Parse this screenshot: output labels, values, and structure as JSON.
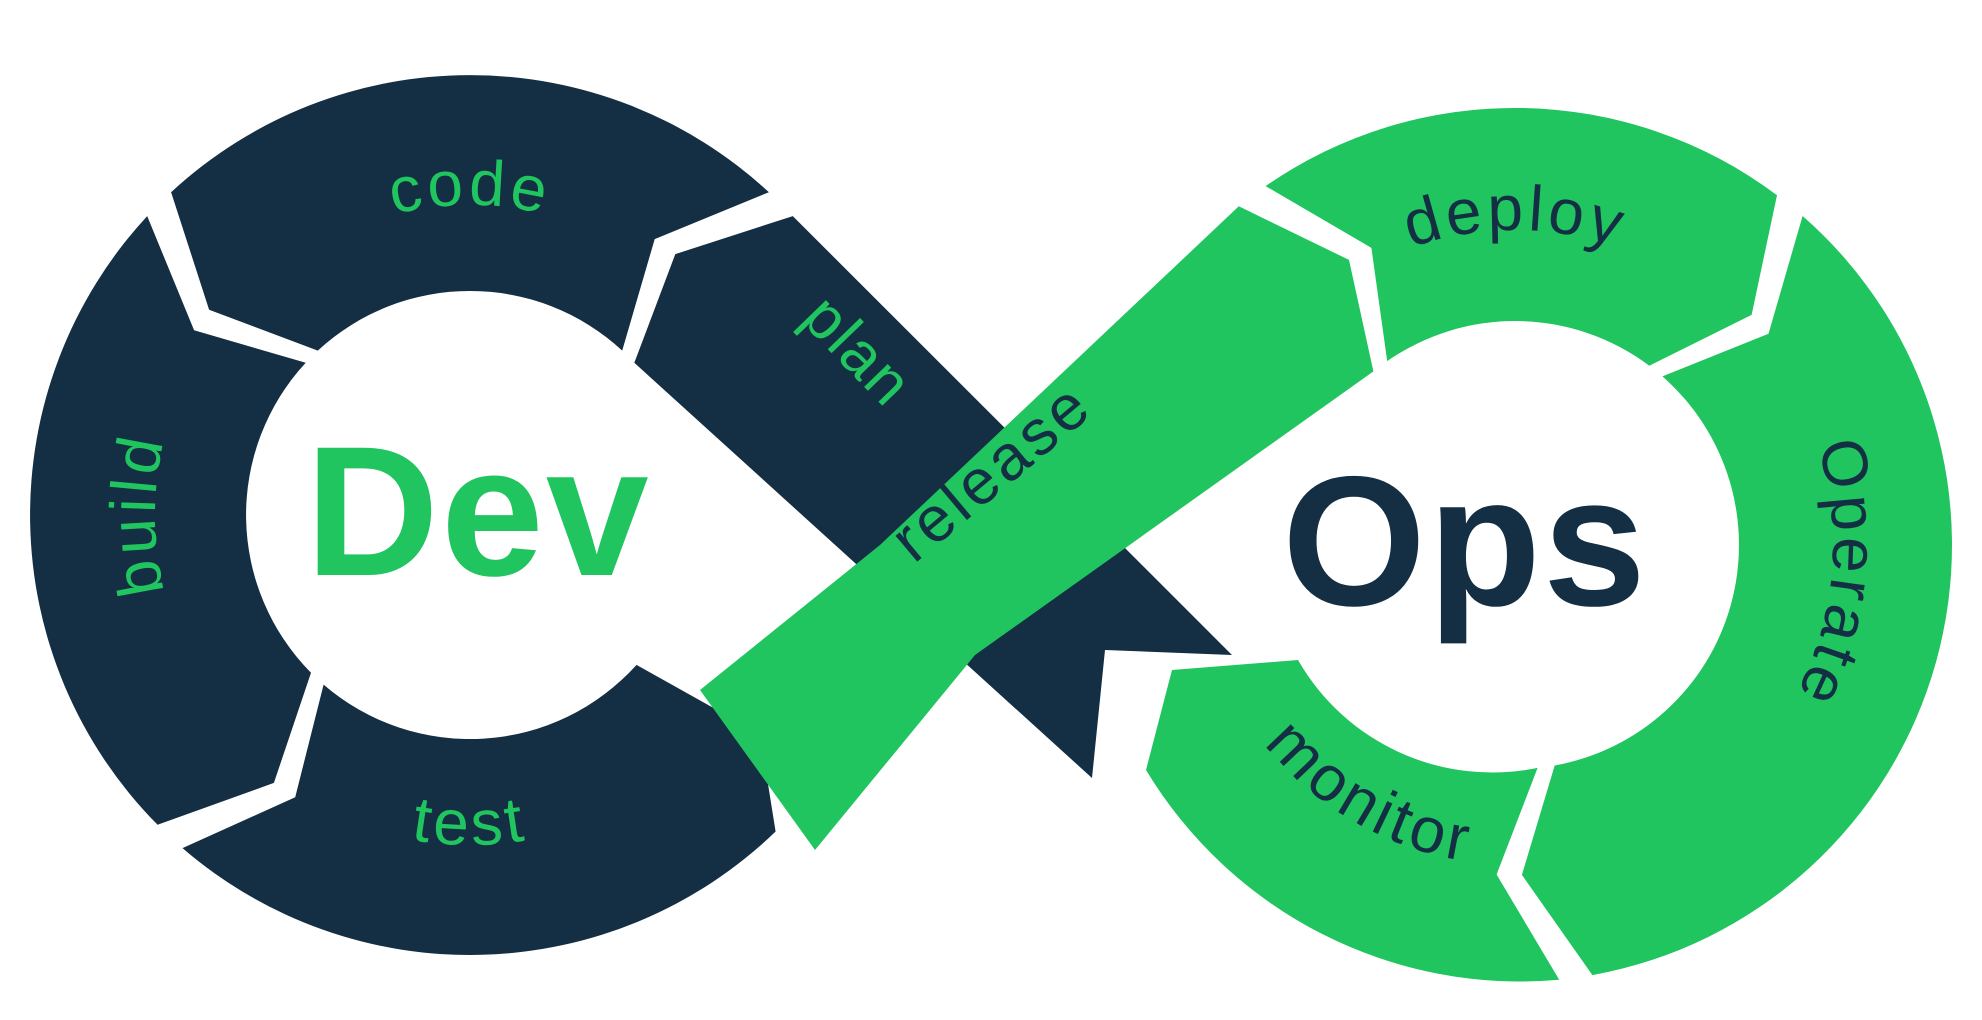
{
  "diagram": {
    "type": "devops-infinity-loop",
    "labels": {
      "dev": "Dev",
      "ops": "Ops",
      "code": "code",
      "build": "build",
      "test": "test",
      "plan": "plan",
      "release": "release",
      "deploy": "deploy",
      "operate": "Operate",
      "monitor": "monitor"
    },
    "colors": {
      "navy": "#142E44",
      "green": "#20C55F",
      "background": "#ffffff"
    }
  }
}
